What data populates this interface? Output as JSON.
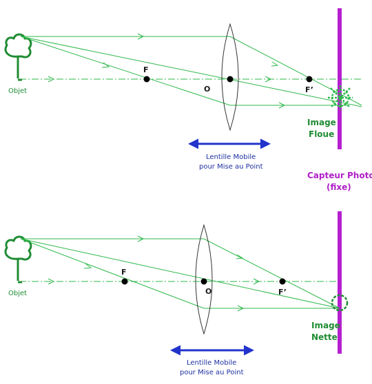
{
  "colors": {
    "ray": "#2db84a",
    "object": "#1f8c33",
    "sensor": "#b51fd0",
    "arrow": "#2233cc",
    "focal_point": "#000000",
    "lens": "#333333"
  },
  "labels": {
    "object": "Objet",
    "focus_front": "F",
    "center": "O",
    "focus_back": "F’",
    "mobile_lens_line1": "Lentille Mobile",
    "mobile_lens_line2": "pour Mise au Point",
    "sensor_line1": "Capteur Photo",
    "sensor_line2": "(fixe)"
  },
  "top_diagram": {
    "image_line1": "Image",
    "image_line2": "Floue"
  },
  "bottom_diagram": {
    "image_line1": "Image",
    "image_line2": "Nette"
  },
  "icons": [
    "tree-icon",
    "blur-burst-icon",
    "sharp-circle-icon",
    "double-arrow-icon"
  ]
}
